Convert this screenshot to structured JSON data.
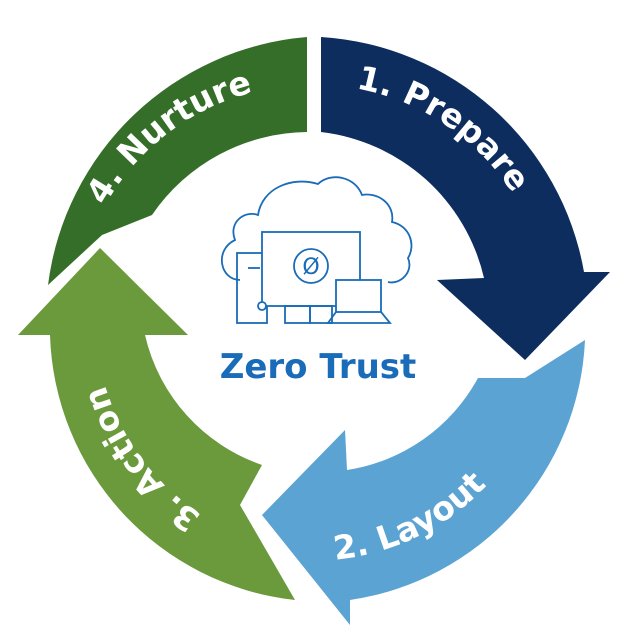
{
  "diagram": {
    "type": "cycle",
    "center_title": "Zero Trust",
    "center_icon": "cloud-devices-icon",
    "center_glyph": "Ø",
    "colors": {
      "prepare": "#0d2d5e",
      "layout": "#5ba3d3",
      "action": "#6a9a3c",
      "nurture": "#356e28",
      "center": "#1a6bb8",
      "label_text": "#ffffff",
      "background": "#ffffff"
    },
    "steps": [
      {
        "label": "1.  Prepare"
      },
      {
        "label": "2. Layout"
      },
      {
        "label": "3. Action"
      },
      {
        "label": "4. Nurture"
      }
    ]
  }
}
